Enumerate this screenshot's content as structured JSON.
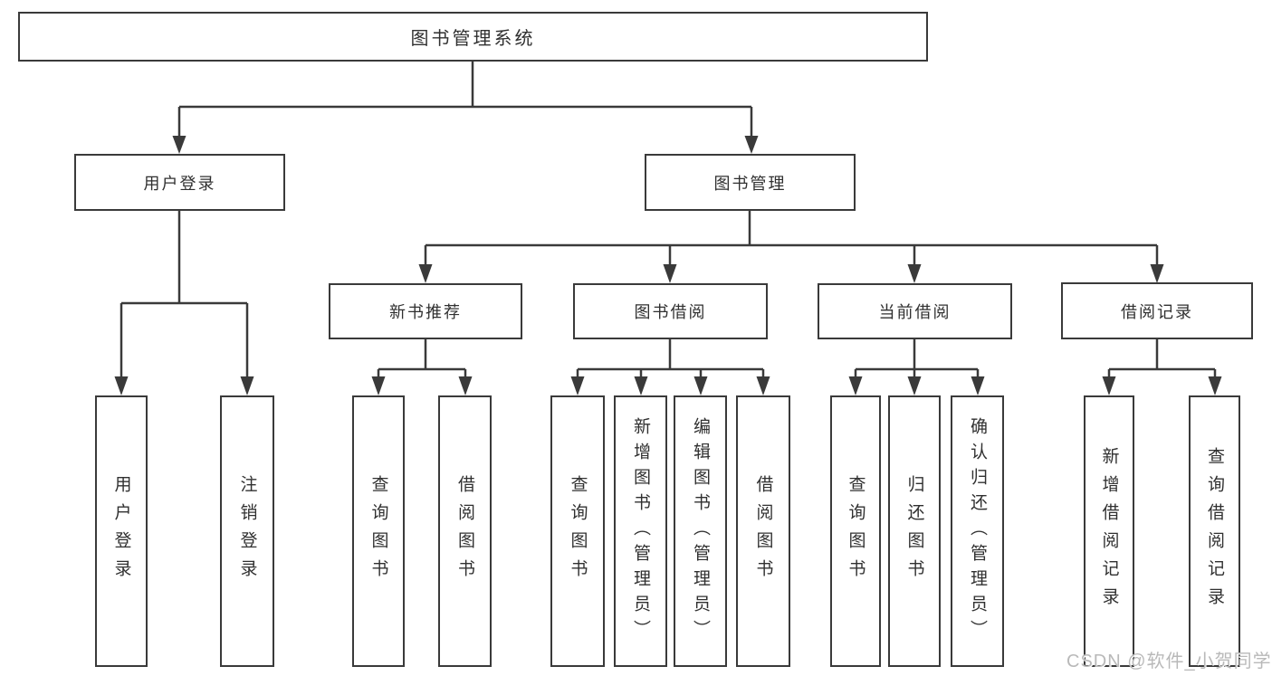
{
  "colors": {
    "line": "#3a3a3a",
    "box_border": "#3a3a3a",
    "text": "#303030",
    "watermark": "#b9b9b9",
    "background": "#ffffff"
  },
  "nodes": {
    "root": {
      "label": "图书管理系统"
    },
    "user_login": {
      "label": "用户登录"
    },
    "book_management": {
      "label": "图书管理"
    },
    "new_book_recommend": {
      "label": "新书推荐"
    },
    "book_borrow": {
      "label": "图书借阅"
    },
    "current_borrow": {
      "label": "当前借阅"
    },
    "borrow_records": {
      "label": "借阅记录"
    },
    "leaf_user_login": {
      "label": "用户登录"
    },
    "leaf_logout": {
      "label": "注销登录"
    },
    "leaf_newbook_query": {
      "label": "查询图书"
    },
    "leaf_newbook_borrow": {
      "label": "借阅图书"
    },
    "leaf_borrow_query": {
      "label": "查询图书"
    },
    "leaf_borrow_add": {
      "label": "新增图书（管理员）"
    },
    "leaf_borrow_edit": {
      "label": "编辑图书（管理员）"
    },
    "leaf_borrow_borrow": {
      "label": "借阅图书"
    },
    "leaf_current_query": {
      "label": "查询图书"
    },
    "leaf_current_return": {
      "label": "归还图书"
    },
    "leaf_current_confirm": {
      "label": "确认归还（管理员）"
    },
    "leaf_records_add": {
      "label": "新增借阅记录"
    },
    "leaf_records_query": {
      "label": "查询借阅记录"
    }
  },
  "watermark": {
    "text": "CSDN @软件_小贺同学"
  }
}
